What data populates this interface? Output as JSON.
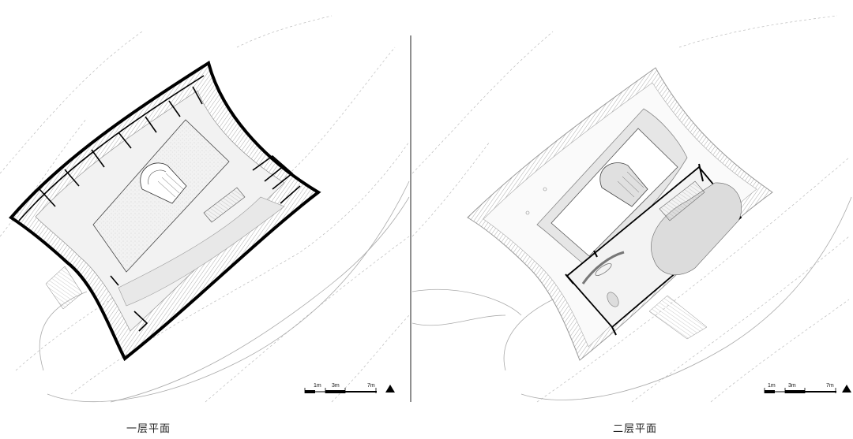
{
  "plans": [
    {
      "caption": "一层平面",
      "scale_labels": [
        "1m",
        "3m",
        "7m"
      ]
    },
    {
      "caption": "二层平面",
      "scale_labels": [
        "1m",
        "3m",
        "7m"
      ]
    }
  ],
  "north_arrow": "north-arrow-icon"
}
